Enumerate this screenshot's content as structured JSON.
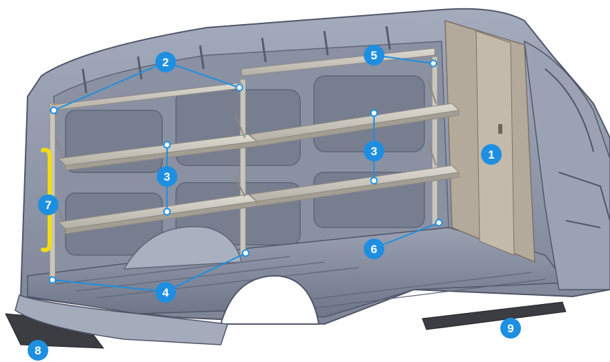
{
  "callouts": {
    "c1": "1",
    "c2": "2",
    "c3a": "3",
    "c3b": "3",
    "c4": "4",
    "c5": "5",
    "c6": "6",
    "c7": "7",
    "c8": "8",
    "c9": "9"
  },
  "colors": {
    "callout": "#1e8fe0",
    "leader": "#1e8fe0",
    "van_body": "#8f97aa",
    "van_shadow": "#5d6577",
    "shelf": "#c9c6bd",
    "bulkhead": "#b3aa9c",
    "handle": "#f2dc14",
    "running_board": "#3b3d42"
  }
}
